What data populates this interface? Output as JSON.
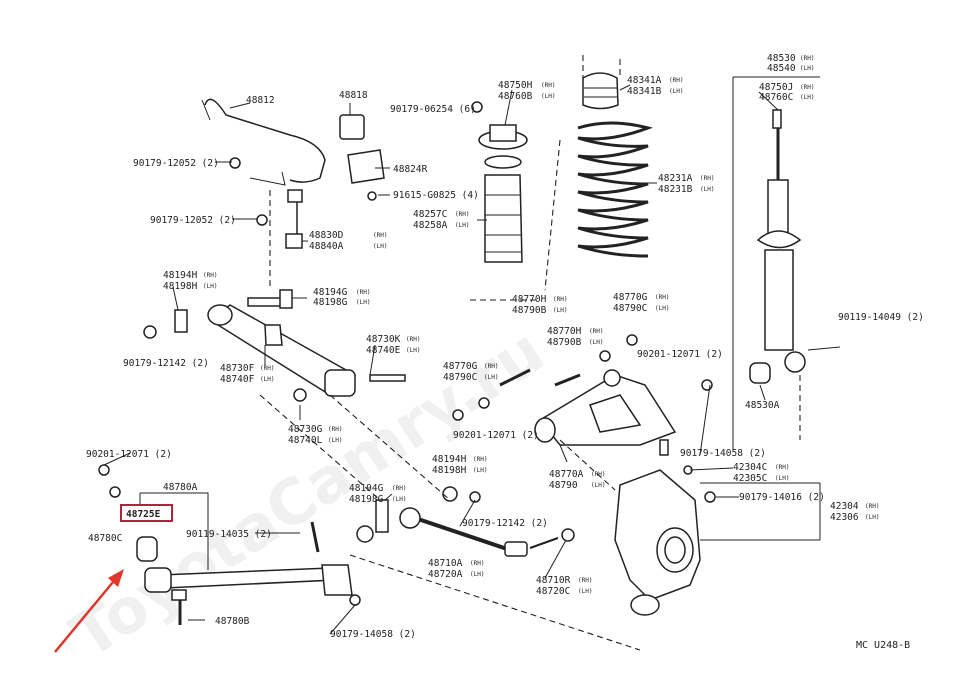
{
  "watermark": "ToyotaCamry.ru",
  "diagram_code": "MC U248-B",
  "highlight_color": "#b0243b",
  "arrow_color": "#e0362c",
  "labels": [
    {
      "id": "l1",
      "text": "48812"
    },
    {
      "id": "l2",
      "text": "48818"
    },
    {
      "id": "l3",
      "text": "90179-06254 (6)"
    },
    {
      "id": "l4",
      "text": "90179-12052 (2)"
    },
    {
      "id": "l5",
      "text": "48824R"
    },
    {
      "id": "l6",
      "text": "91615-G0825 (4)"
    },
    {
      "id": "l7",
      "text": "90179-12052 (2)"
    },
    {
      "id": "l8",
      "text": "48830D",
      "sub": "(RH)"
    },
    {
      "id": "l9",
      "text": "48840A",
      "sub": "(LH)"
    },
    {
      "id": "l10",
      "text": "48194H",
      "sub": "(RH)"
    },
    {
      "id": "l11",
      "text": "48198H",
      "sub": "(LH)"
    },
    {
      "id": "l12",
      "text": "48194G",
      "sub": "(RH)"
    },
    {
      "id": "l13",
      "text": "48198G",
      "sub": "(LH)"
    },
    {
      "id": "l14",
      "text": "90179-12142 (2)"
    },
    {
      "id": "l15",
      "text": "48730F",
      "sub": "(RH)"
    },
    {
      "id": "l16",
      "text": "48740F",
      "sub": "(LH)"
    },
    {
      "id": "l17",
      "text": "48730K",
      "sub": "(RH)"
    },
    {
      "id": "l18",
      "text": "48740E",
      "sub": "(LH)"
    },
    {
      "id": "l19",
      "text": "48730G",
      "sub": "(RH)"
    },
    {
      "id": "l20",
      "text": "48740L",
      "sub": "(LH)"
    },
    {
      "id": "l21",
      "text": "48750H",
      "sub": "(RH)"
    },
    {
      "id": "l22",
      "text": "48760B",
      "sub": "(LH)"
    },
    {
      "id": "l23",
      "text": "48341A",
      "sub": "(RH)"
    },
    {
      "id": "l24",
      "text": "48341B",
      "sub": "(LH)"
    },
    {
      "id": "l25",
      "text": "48231A",
      "sub": "(RH)"
    },
    {
      "id": "l26",
      "text": "48231B",
      "sub": "(LH)"
    },
    {
      "id": "l27",
      "text": "48257C",
      "sub": "(RH)"
    },
    {
      "id": "l28",
      "text": "48258A",
      "sub": "(LH)"
    },
    {
      "id": "l29",
      "text": "48530",
      "sub": "(RH)"
    },
    {
      "id": "l30",
      "text": "48540",
      "sub": "(LH)"
    },
    {
      "id": "l31",
      "text": "48750J",
      "sub": "(RH)"
    },
    {
      "id": "l32",
      "text": "48760C",
      "sub": "(LH)"
    },
    {
      "id": "l33",
      "text": "90119-14049 (2)"
    },
    {
      "id": "l34",
      "text": "48530A"
    },
    {
      "id": "l35",
      "text": "48770H",
      "sub": "(RH)"
    },
    {
      "id": "l36",
      "text": "48790B",
      "sub": "(LH)"
    },
    {
      "id": "l37",
      "text": "48770G",
      "sub": "(RH)"
    },
    {
      "id": "l38",
      "text": "48790C",
      "sub": "(LH)"
    },
    {
      "id": "l39",
      "text": "48770H",
      "sub": "(RH)"
    },
    {
      "id": "l40",
      "text": "48790B",
      "sub": "(LH)"
    },
    {
      "id": "l41",
      "text": "90201-12071 (2)"
    },
    {
      "id": "l42",
      "text": "48770G",
      "sub": "(RH)"
    },
    {
      "id": "l43",
      "text": "48790C",
      "sub": "(LH)"
    },
    {
      "id": "l44",
      "text": "90201-12071 (2)"
    },
    {
      "id": "l45",
      "text": "48770A",
      "sub": "(RH)"
    },
    {
      "id": "l46",
      "text": "48790",
      "sub": "(LH)"
    },
    {
      "id": "l47",
      "text": "90179-14058 (2)"
    },
    {
      "id": "l48",
      "text": "42304C",
      "sub": "(RH)"
    },
    {
      "id": "l49",
      "text": "42305C",
      "sub": "(LH)"
    },
    {
      "id": "l50",
      "text": "90179-14016 (2)"
    },
    {
      "id": "l51",
      "text": "42304",
      "sub": "(RH)"
    },
    {
      "id": "l52",
      "text": "42306",
      "sub": "(LH)"
    },
    {
      "id": "l53",
      "text": "90201-12071 (2)"
    },
    {
      "id": "l54",
      "text": "48780A"
    },
    {
      "id": "l55",
      "text": "48725E"
    },
    {
      "id": "l56",
      "text": "48780C"
    },
    {
      "id": "l57",
      "text": "90119-14035 (2)"
    },
    {
      "id": "l58",
      "text": "48780B"
    },
    {
      "id": "l59",
      "text": "48194G",
      "sub": "(RH)"
    },
    {
      "id": "l60",
      "text": "48198G",
      "sub": "(LH)"
    },
    {
      "id": "l61",
      "text": "48194H",
      "sub": "(RH)"
    },
    {
      "id": "l62",
      "text": "48198H",
      "sub": "(LH)"
    },
    {
      "id": "l63",
      "text": "90179-12142 (2)"
    },
    {
      "id": "l64",
      "text": "48710A",
      "sub": "(RH)"
    },
    {
      "id": "l65",
      "text": "48720A",
      "sub": "(LH)"
    },
    {
      "id": "l66",
      "text": "48710R",
      "sub": "(RH)"
    },
    {
      "id": "l67",
      "text": "48720C",
      "sub": "(LH)"
    },
    {
      "id": "l68",
      "text": "90179-14058 (2)"
    }
  ]
}
